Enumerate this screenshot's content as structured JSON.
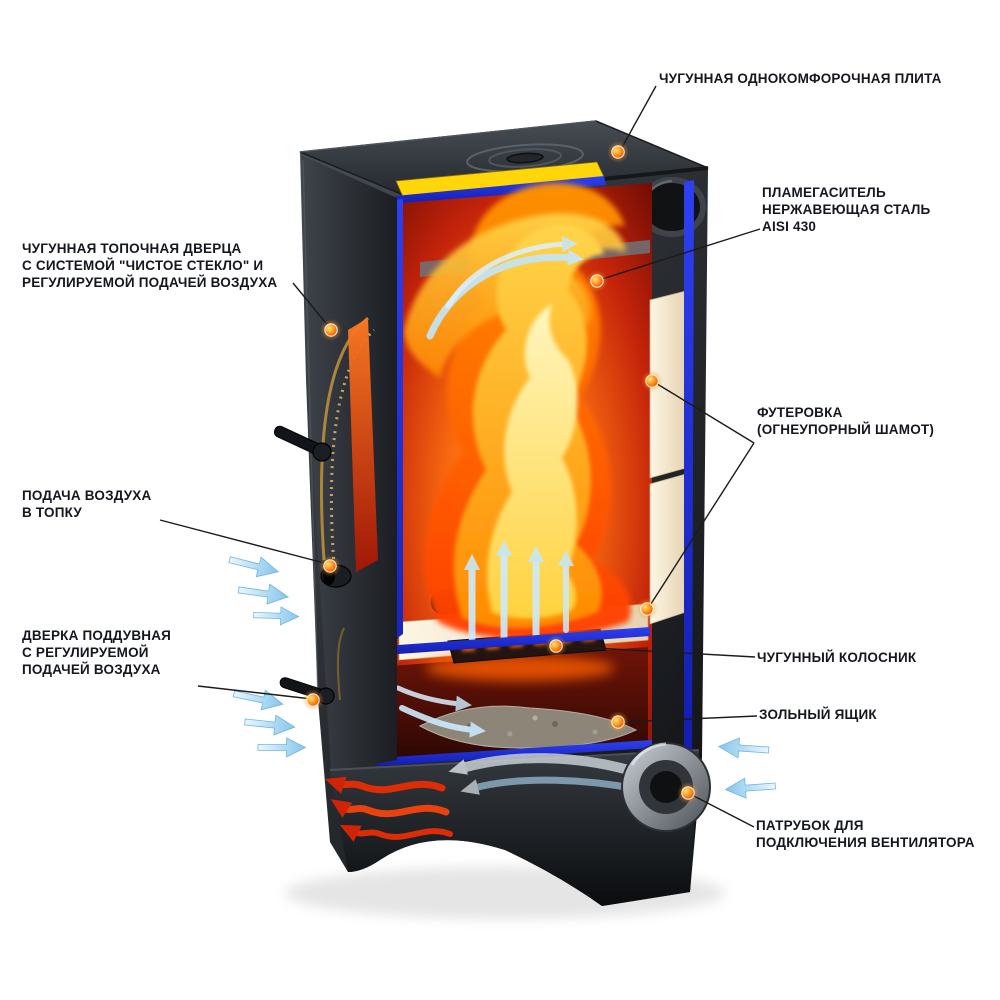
{
  "diagram": {
    "title": "Wood stove cutaway diagram",
    "language": "ru",
    "colors": {
      "label_text": "#14171e",
      "cut_edge_blue": "#1f2bd6",
      "callout_dot": "#ff7a00",
      "flame_core": "#ffe062",
      "lining_cream": "#f6e9d2",
      "top_plate_stripe": "#ffd60a"
    },
    "callouts": {
      "plate": {
        "lines": [
          "ЧУГУННАЯ ОДНОКОМФОРОЧНАЯ ПЛИТА"
        ]
      },
      "flame_arrester": {
        "lines": [
          "ПЛАМЕГАСИТЕЛЬ",
          "НЕРЖАВЕЮЩАЯ СТАЛЬ",
          "AISI 430"
        ]
      },
      "firebox_door": {
        "lines": [
          "ЧУГУННАЯ ТОПОЧНАЯ ДВЕРЦА",
          "С СИСТЕМОЙ \"ЧИСТОЕ СТЕКЛО\" И",
          "РЕГУЛИРУЕМОЙ ПОДАЧЕЙ ВОЗДУХА"
        ]
      },
      "lining": {
        "lines": [
          "ФУТЕРОВКА",
          "(ОГНЕУПОРНЫЙ ШАМОТ)"
        ]
      },
      "air_supply": {
        "lines": [
          "ПОДАЧА ВОЗДУХА",
          "В ТОПКУ"
        ]
      },
      "blower_door": {
        "lines": [
          "ДВЕРКА ПОДДУВНАЯ",
          "С РЕГУЛИРУЕМОЙ",
          "ПОДАЧЕЙ ВОЗДУХА"
        ]
      },
      "grate": {
        "lines": [
          "ЧУГУННЫЙ КОЛОСНИК"
        ]
      },
      "ash_box": {
        "lines": [
          "ЗОЛЬНЫЙ ЯЩИК"
        ]
      },
      "fan_pipe": {
        "lines": [
          "ПАТРУБОК ДЛЯ",
          "ПОДКЛЮЧЕНИЯ ВЕНТИЛЯТОРА"
        ]
      }
    }
  }
}
